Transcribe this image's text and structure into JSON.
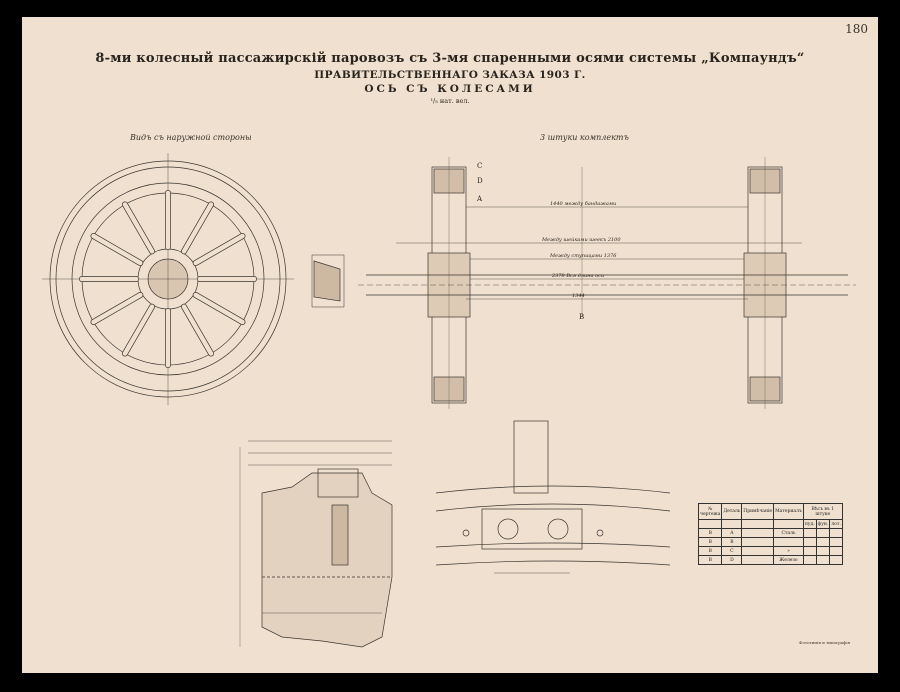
{
  "page_number": "180",
  "title": "8-ми колесный пассажирскій паровозъ съ 3-мя спаренными осями системы „Компаундъ“",
  "subtitle": "ПРАВИТЕЛЬСТВЕННАГО ЗАКАЗА 1903 Г.",
  "heading": "ОСЬ СЪ КОЛЕСАМИ",
  "scale": "¹/₅ нат. вел.",
  "captions": {
    "wheel_view": "Видъ съ наружной стороны",
    "set": "3 штуки комплектъ"
  },
  "markers": [
    "C",
    "D",
    "A",
    "B"
  ],
  "axle_dimensions": {
    "between_flanges": "1440 между бандажами",
    "between_journals": "Между шейками шеекъ 2100",
    "between_hubs": "Между ступицами 1376",
    "axle_length": "2378 Вся длина оси",
    "center": "1344"
  },
  "table": {
    "headers": [
      "№ чертежа",
      "Деталь",
      "Примѣчаніе",
      "Материалъ",
      "Вѣсъ въ 1 штуке"
    ],
    "weight_cols": [
      "пуд.",
      "фун.",
      "лот."
    ],
    "rows": [
      {
        "sheet": "B",
        "part": "A",
        "material": "Сталь"
      },
      {
        "sheet": "B",
        "part": "B",
        "material": ""
      },
      {
        "sheet": "B",
        "part": "C",
        "material": "»"
      },
      {
        "sheet": "B",
        "part": "D",
        "material": "Железо"
      }
    ]
  },
  "printer": "Фототипія и типографія"
}
